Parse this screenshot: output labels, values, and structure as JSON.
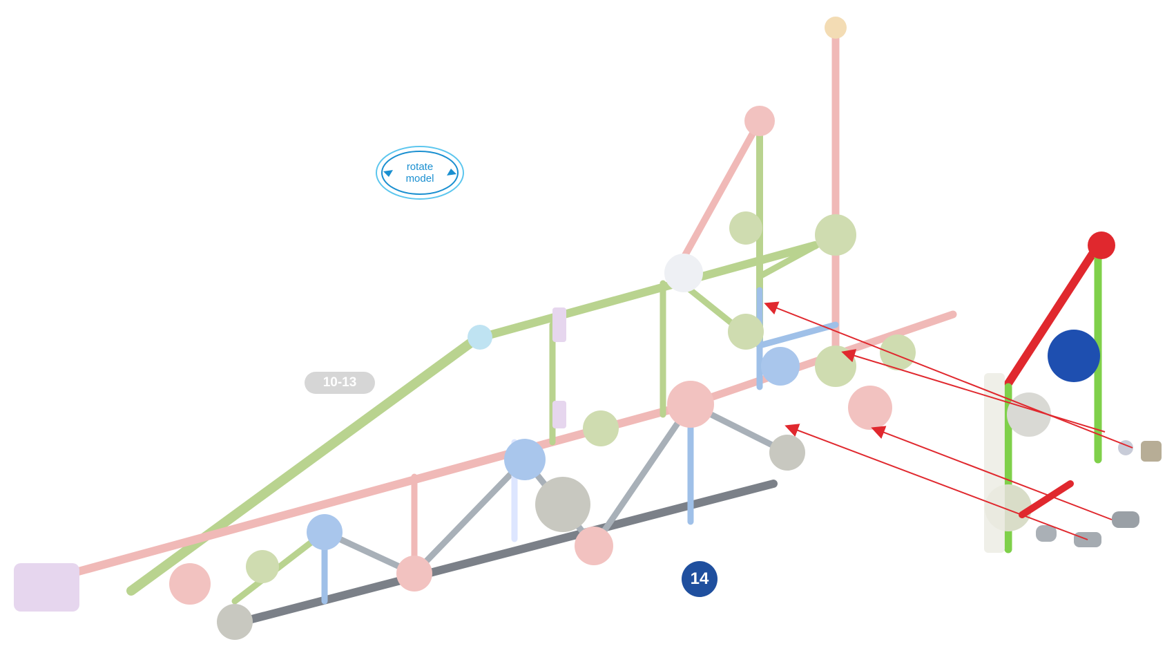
{
  "instruction": {
    "rotate_badge": {
      "line1": "rotate",
      "line2": "model",
      "color": "#1a8fd0",
      "icon": "rotate-arrows-icon"
    },
    "previous_steps_label": "10-13",
    "step_number": "14",
    "step_badge_color": "#1f4f9e",
    "arrow_color": "#e0282e"
  }
}
